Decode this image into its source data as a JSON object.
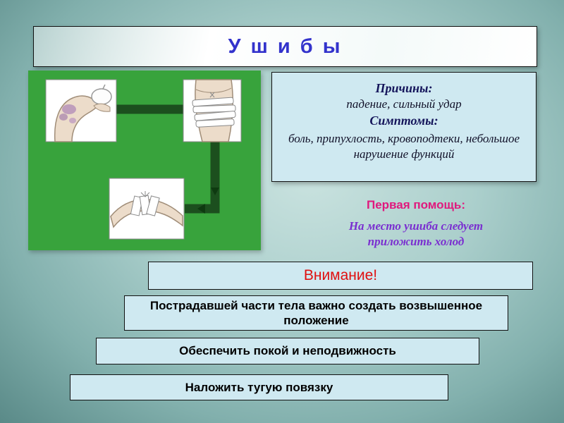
{
  "slide": {
    "title": "У ш и б ы"
  },
  "info_box": {
    "causes_label": "Причины:",
    "causes_text": "падение, сильный удар",
    "symptoms_label": "Симптомы:",
    "symptoms_text": "боль, припухлость, кровоподтеки, небольшое нарушение функций"
  },
  "first_aid": {
    "label": "Первая помощь:",
    "text": "На место ушиба следует приложить холод"
  },
  "notes": {
    "attention": "Внимание!",
    "elevated_position": "Пострадавшей части тела важно создать возвышенное положение",
    "rest": "Обеспечить покой и неподвижность",
    "bandage": "Наложить тугую повязку"
  },
  "illustration": {
    "name": "bruise-first-aid-steps",
    "steps": [
      "knee-with-ice-pack",
      "hip-bandage",
      "limb-pressure-bandage"
    ]
  },
  "colors": {
    "title_text": "#3333cc",
    "first_aid_label": "#e0197d",
    "first_aid_text": "#7a2fd0",
    "attention_text": "#e01010",
    "info_label": "#14145a",
    "panel_green": "#38a33c",
    "note_box_blue": "#cfe9f1"
  }
}
